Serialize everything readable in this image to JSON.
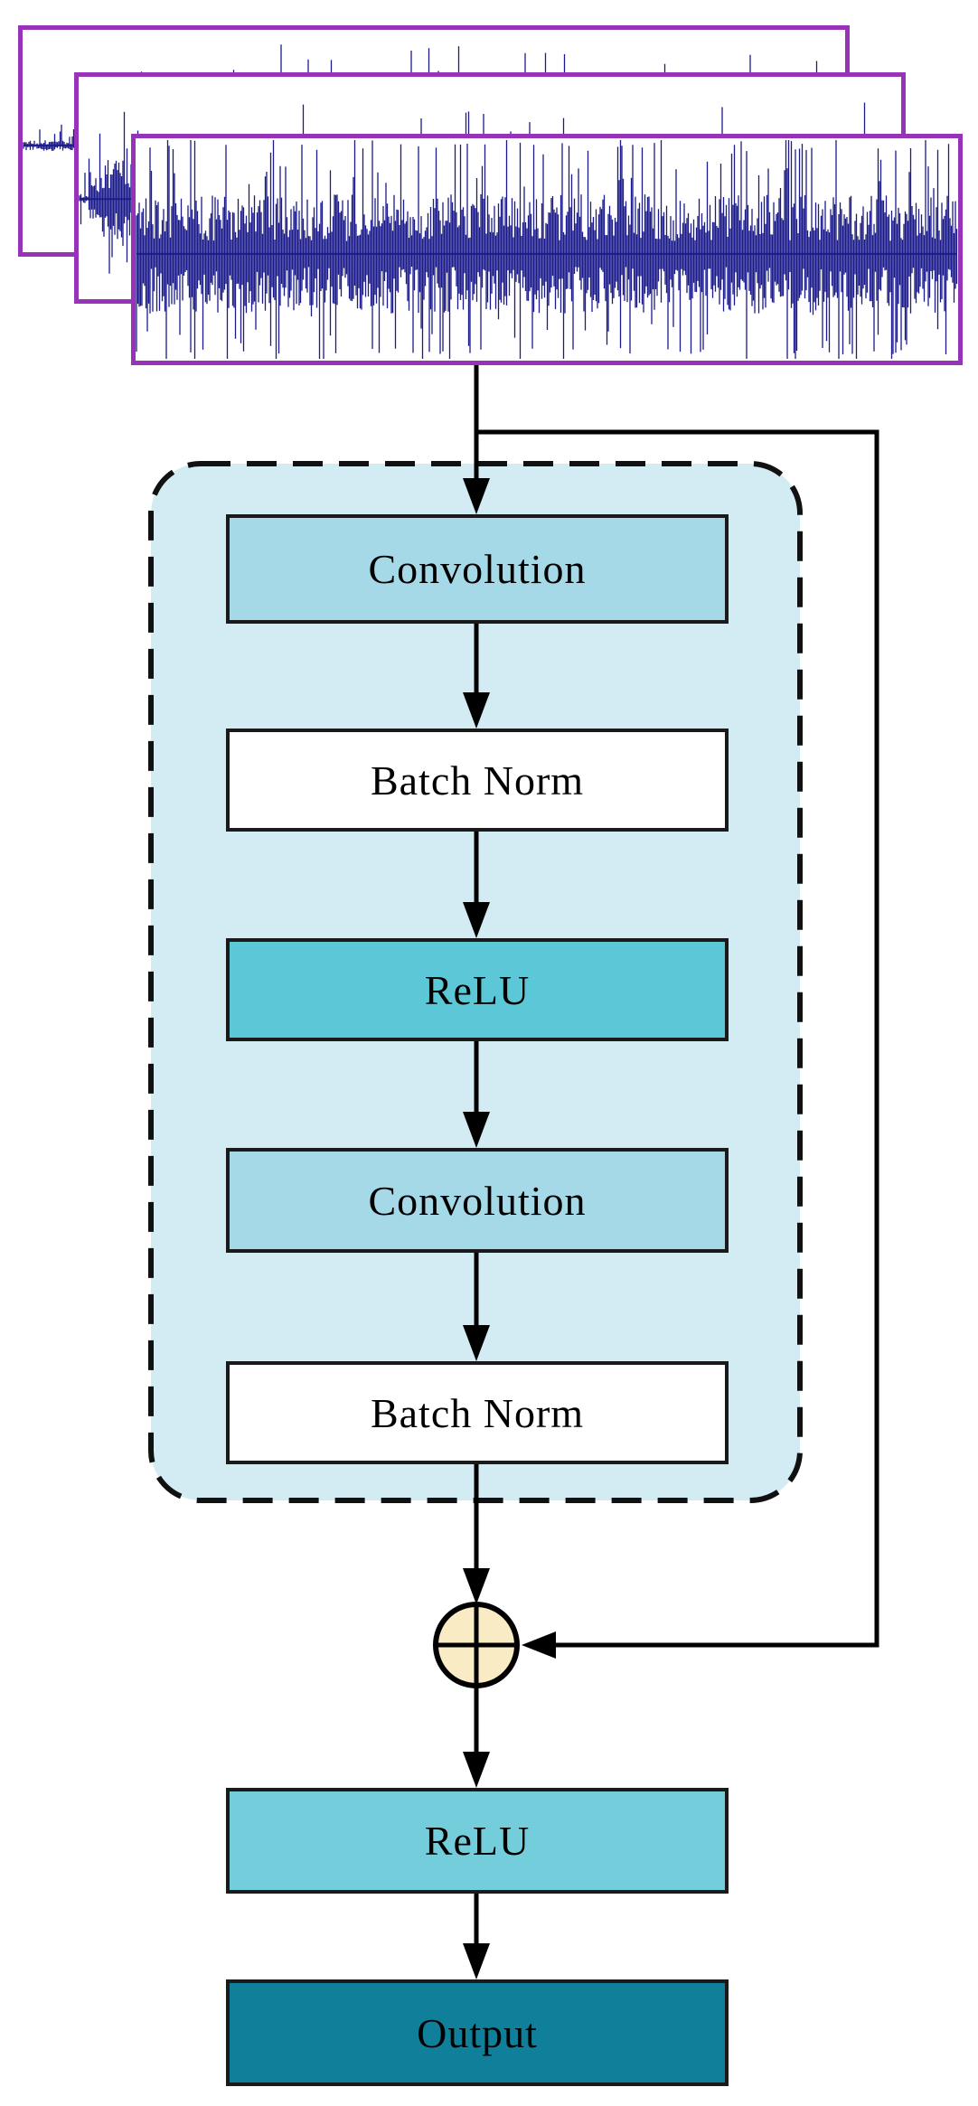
{
  "diagram": {
    "input_stack": {
      "panel_count": 3,
      "panels": [
        {
          "name": "waveform-panel-back"
        },
        {
          "name": "waveform-panel-middle"
        },
        {
          "name": "waveform-panel-front"
        }
      ],
      "border_color": "#9633b8",
      "signal_color": "#1b1b8c",
      "background_color": "#ffffff"
    },
    "residual_block": {
      "container_fill": "#d3ecf4",
      "container_border_color": "#111111",
      "layers": [
        {
          "id": "conv1",
          "label": "Convolution",
          "fill": "#a6d9e8"
        },
        {
          "id": "bn1",
          "label": "Batch Norm",
          "fill": "#ffffff"
        },
        {
          "id": "relu1",
          "label": "ReLU",
          "fill": "#5cc8d7"
        },
        {
          "id": "conv2",
          "label": "Convolution",
          "fill": "#a6d9e8"
        },
        {
          "id": "bn2",
          "label": "Batch Norm",
          "fill": "#ffffff"
        }
      ]
    },
    "sum_node": {
      "symbol": "⊕",
      "fill": "#f9ecc4",
      "stroke": "#000000"
    },
    "post_layers": [
      {
        "id": "relu_out",
        "label": "ReLU",
        "fill": "#74cdda"
      },
      {
        "id": "output",
        "label": "Output",
        "fill": "#10809a"
      }
    ],
    "connector_color": "#000000"
  }
}
